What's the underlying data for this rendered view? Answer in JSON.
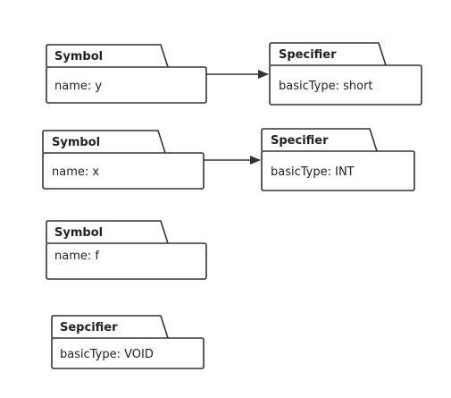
{
  "diagram": {
    "colors": {
      "stroke": "#333333",
      "text": "#222222",
      "background": "#ffffff"
    },
    "nodes": [
      {
        "id": "symbol-y",
        "title": "Symbol",
        "attribute": "name: y"
      },
      {
        "id": "specifier-short",
        "title": "Specifier",
        "attribute": "basicType: short"
      },
      {
        "id": "symbol-x",
        "title": "Symbol",
        "attribute": "name: x"
      },
      {
        "id": "specifier-int",
        "title": "Specifier",
        "attribute": "basicType: INT"
      },
      {
        "id": "symbol-f",
        "title": "Symbol",
        "attribute": "name: f"
      },
      {
        "id": "sepcifier-void",
        "title": "Sepcifier",
        "attribute": "basicType: VOID"
      }
    ],
    "edges": [
      {
        "from": "symbol-y",
        "to": "specifier-short"
      },
      {
        "from": "symbol-x",
        "to": "specifier-int"
      }
    ]
  }
}
